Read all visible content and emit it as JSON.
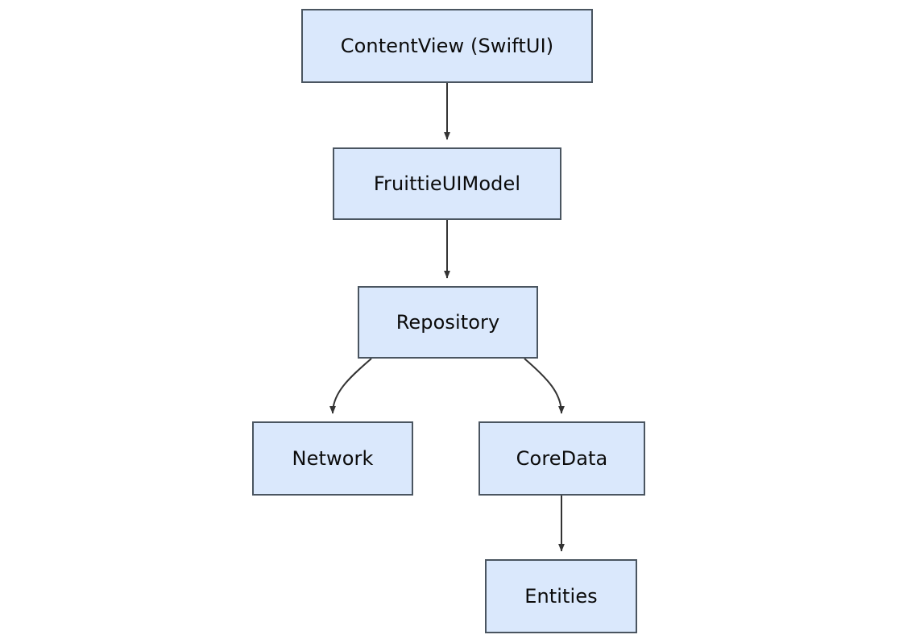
{
  "diagram": {
    "type": "flowchart",
    "direction": "top-down",
    "background_color": "#ffffff",
    "node_fill_color": "#dae8fc",
    "node_border_color": "#4a5560",
    "edge_color": "#333333",
    "label_color": "#0b0b0b",
    "nodes": [
      {
        "id": "contentview",
        "label": "ContentView (SwiftUI)"
      },
      {
        "id": "uimodel",
        "label": "FruittieUIModel"
      },
      {
        "id": "repository",
        "label": "Repository"
      },
      {
        "id": "network",
        "label": "Network"
      },
      {
        "id": "coredata",
        "label": "CoreData"
      },
      {
        "id": "entities",
        "label": "Entities"
      }
    ],
    "edges": [
      {
        "from": "contentview",
        "to": "uimodel",
        "style": "straight",
        "arrow": "filled-triangle"
      },
      {
        "from": "uimodel",
        "to": "repository",
        "style": "straight",
        "arrow": "filled-triangle"
      },
      {
        "from": "repository",
        "to": "network",
        "style": "curved",
        "arrow": "filled-triangle"
      },
      {
        "from": "repository",
        "to": "coredata",
        "style": "curved",
        "arrow": "filled-triangle"
      },
      {
        "from": "coredata",
        "to": "entities",
        "style": "straight",
        "arrow": "filled-triangle"
      }
    ]
  }
}
